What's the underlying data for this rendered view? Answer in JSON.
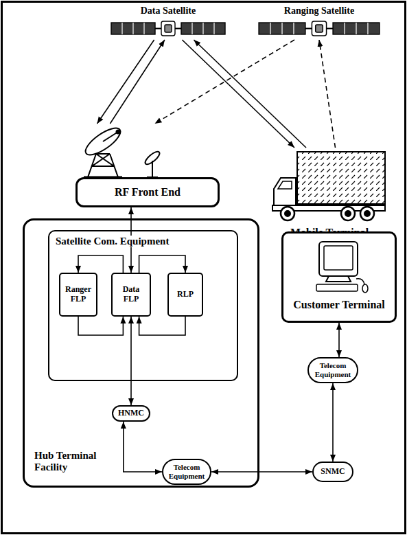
{
  "diagram": {
    "nodes": [
      {
        "text": [
          "Data Satellite"
        ]
      },
      {
        "text": [
          "Ranging Satellite"
        ]
      },
      {
        "text": [
          "RF Front End"
        ]
      },
      {
        "text": [
          "Mobile Terminal"
        ]
      },
      {
        "text": [
          "Hub Terminal Facility"
        ]
      },
      {
        "text": [
          "Satellite Com. Equipment"
        ],
        "in": 4
      },
      {
        "text": [
          "Ranger FLP"
        ],
        "in": 5
      },
      {
        "text": [
          "Data FLP"
        ],
        "in": 5
      },
      {
        "text": [
          "RLP"
        ],
        "in": 5
      },
      {
        "text": [
          "HNMC"
        ],
        "in": 4
      },
      {
        "text": [
          "Telecom Equipment"
        ],
        "in": 4
      },
      {
        "text": [
          "Customer Terminal"
        ]
      },
      {
        "text": [
          "Telecom Equipment"
        ]
      },
      {
        "text": [
          "SNMC"
        ]
      }
    ],
    "edges": [
      {
        "from": 0,
        "to": 2,
        "arrow": "to"
      },
      {
        "from": 2,
        "to": 0,
        "arrow": "to"
      },
      {
        "from": 0,
        "to": 3,
        "arrow": "to"
      },
      {
        "from": 3,
        "to": 0,
        "arrow": "to"
      },
      {
        "from": 3,
        "to": 1,
        "arrow": "to"
      },
      {
        "from": 1,
        "to": 2,
        "arrow": "to"
      },
      {
        "from": 2,
        "to": 7,
        "arrow": "both"
      },
      {
        "from": 7,
        "to": 6,
        "arrow": "to"
      },
      {
        "from": 7,
        "to": 8,
        "arrow": "to"
      },
      {
        "from": 6,
        "to": 7,
        "arrow": "to"
      },
      {
        "from": 8,
        "to": 7,
        "arrow": "to"
      },
      {
        "from": 7,
        "to": 9,
        "arrow": "both"
      },
      {
        "from": 9,
        "to": 10,
        "arrow": "both"
      },
      {
        "from": 10,
        "to": 13,
        "arrow": "both"
      },
      {
        "from": 13,
        "to": 12,
        "arrow": "both"
      },
      {
        "from": 12,
        "to": 11,
        "arrow": "both"
      }
    ]
  }
}
